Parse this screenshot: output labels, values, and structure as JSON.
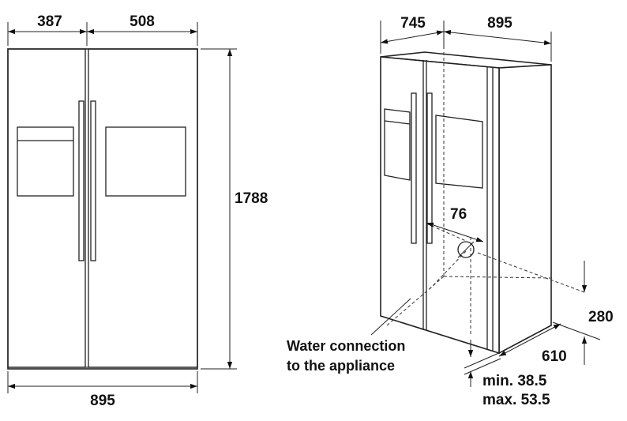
{
  "front_view": {
    "left_width": "387",
    "right_width": "508",
    "height": "1788",
    "total_width": "895"
  },
  "perspective_view": {
    "depth": "745",
    "width": "895",
    "handle_offset": "76",
    "connection_height": "280",
    "connection_depth": "610",
    "clearance_min": "min. 38.5",
    "clearance_max": "max. 53.5",
    "water_label_line1": "Water connection",
    "water_label_line2": "to the appliance"
  },
  "colors": {
    "line": "#222222",
    "background": "#ffffff"
  }
}
